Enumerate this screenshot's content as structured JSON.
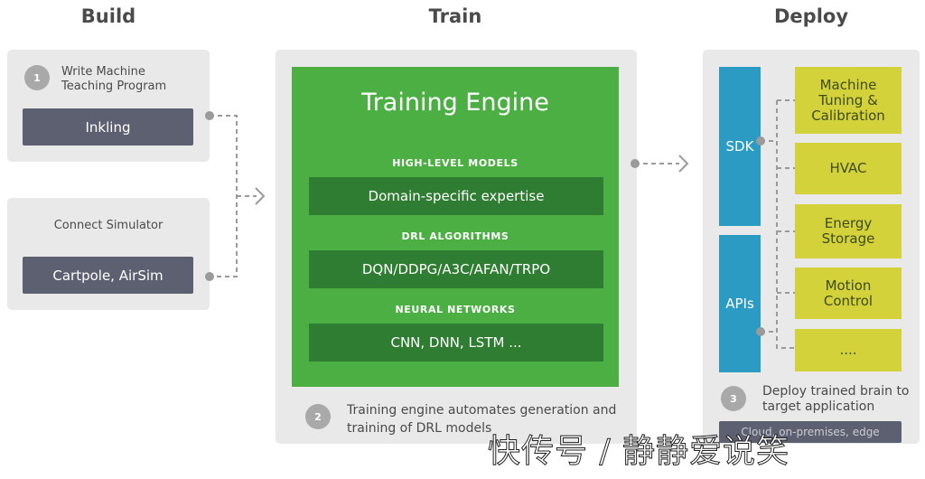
{
  "columns": {
    "build": "Build",
    "train": "Train",
    "deploy": "Deploy"
  },
  "build": {
    "step1": {
      "number": "1",
      "text_line1": "Write Machine",
      "text_line2": "Teaching Program",
      "button": "Inkling"
    },
    "step_sim": {
      "text": "Connect Simulator",
      "button": "Cartpole, AirSim"
    }
  },
  "train": {
    "engine_title": "Training Engine",
    "sections": [
      {
        "heading": "HIGH-LEVEL MODELS",
        "content": "Domain-specific expertise"
      },
      {
        "heading": "DRL ALGORITHMS",
        "content": "DQN/DDPG/A3C/AFAN/TRPO"
      },
      {
        "heading": "NEURAL NETWORKS",
        "content": "CNN, DNN, LSTM  ..."
      }
    ],
    "step2": {
      "number": "2",
      "text_line1": "Training engine automates generation and",
      "text_line2": "training of DRL models"
    }
  },
  "deploy": {
    "sdk": "SDK",
    "apis": "APIs",
    "targets": [
      {
        "line1": "Machine",
        "line2": "Tuning &",
        "line3": "Calibration"
      },
      {
        "line1": "HVAC",
        "line2": "",
        "line3": ""
      },
      {
        "line1": "Energy",
        "line2": "Storage",
        "line3": ""
      },
      {
        "line1": "Motion",
        "line2": "Control",
        "line3": ""
      },
      {
        "line1": "....",
        "line2": "",
        "line3": ""
      }
    ],
    "step3": {
      "number": "3",
      "text_line1": "Deploy trained brain to",
      "text_line2": "target application"
    },
    "bottom_button": "Cloud, on-premises, edge"
  },
  "watermark": "快传号 / 静静爱说笑",
  "colors": {
    "panel": "#e9e9e9",
    "engine_green": "#4caf43",
    "engine_dark_green": "#2f7d32",
    "sdk_blue": "#2b9bc3",
    "target_yellow": "#d3d23a",
    "dark_button": "#5d6070",
    "connector": "#9a9a9a"
  }
}
